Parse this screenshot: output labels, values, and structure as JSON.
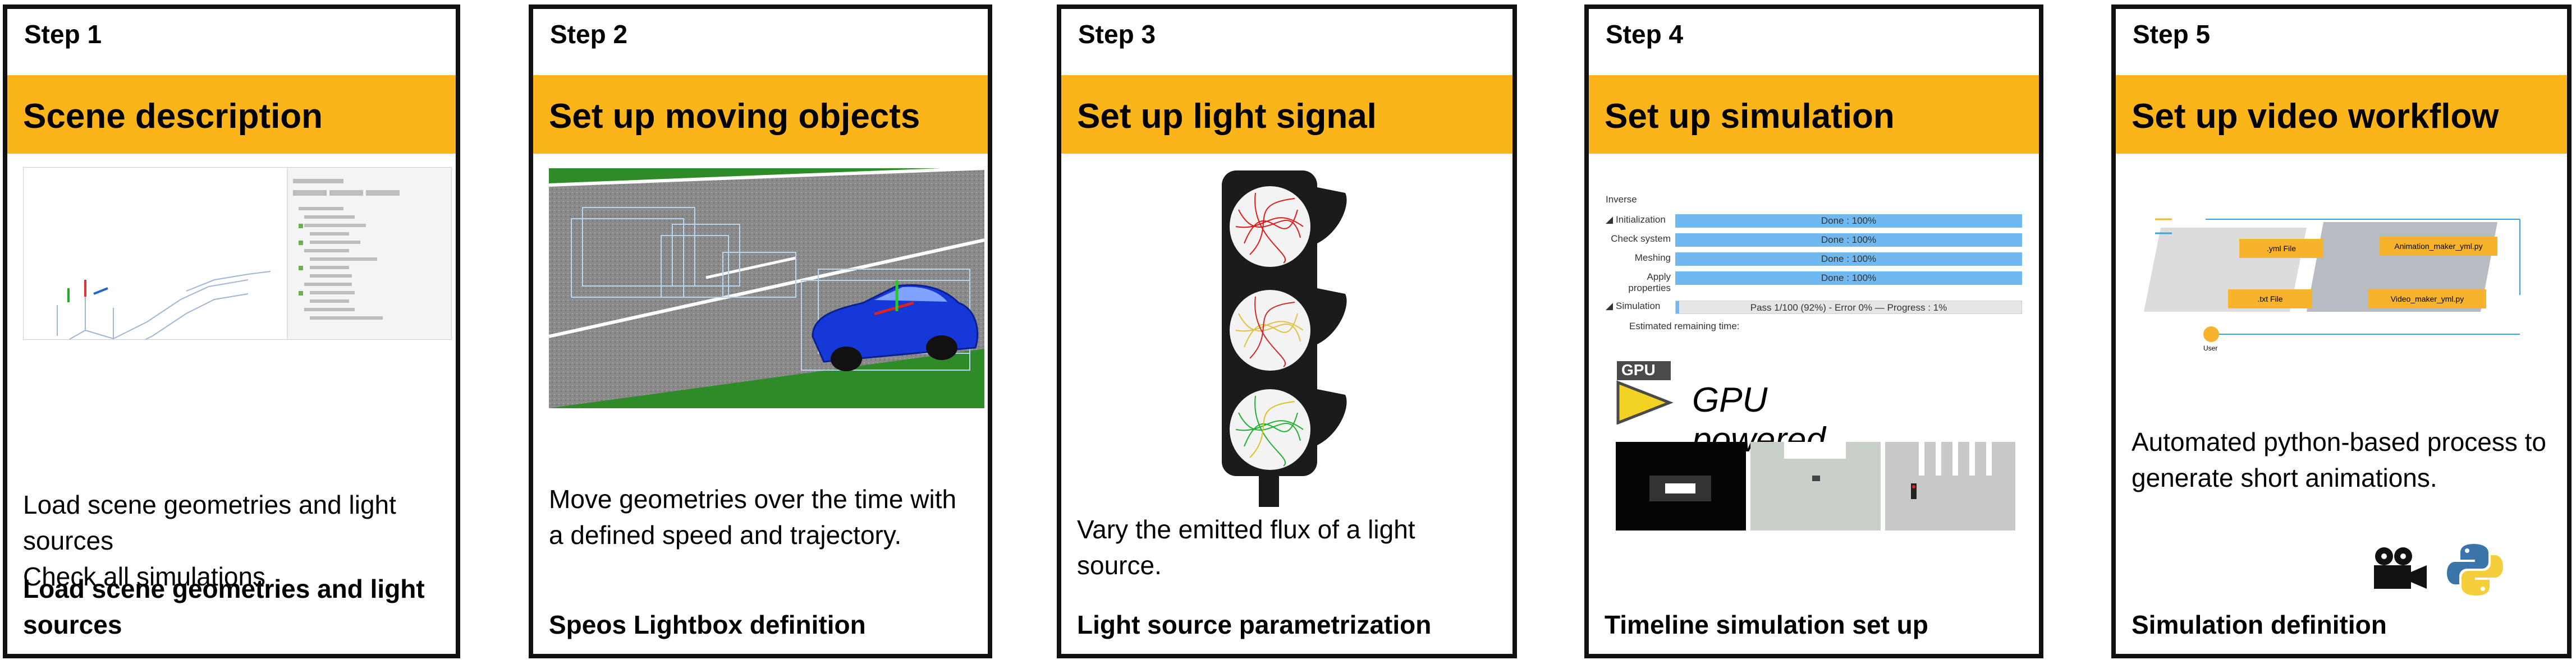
{
  "steps": [
    {
      "step": "Step 1",
      "title": "Scene description",
      "body": [
        "Load scene geometries and light sources",
        "Check all simulations"
      ],
      "footer": "Load scene geometries and light sources"
    },
    {
      "step": "Step 2",
      "title": "Set up moving objects",
      "body": [
        "Move geometries over the time with a defined speed and trajectory."
      ],
      "footer": "Speos Lightbox definition"
    },
    {
      "step": "Step 3",
      "title": "Set up light signal",
      "body": [
        "Vary the emitted flux of a light source."
      ],
      "footer": "Light source parametrization"
    },
    {
      "step": "Step 4",
      "title": "Set up simulation",
      "body": [],
      "footer": "Timeline simulation set up"
    },
    {
      "step": "Step 5",
      "title": "Set up video workflow",
      "body": [
        "Automated python-based process to generate short animations."
      ],
      "footer": "Simulation definition"
    }
  ],
  "simulation_panel": {
    "heading": "Inverse",
    "rows": [
      {
        "label": "Initialization",
        "status": "Done : 100%",
        "progress": 1.0
      },
      {
        "label": "Check system",
        "status": "Done : 100%",
        "progress": 1.0
      },
      {
        "label": "Meshing",
        "status": "Done : 100%",
        "progress": 1.0
      },
      {
        "label": "Apply properties",
        "status": "Done : 100%",
        "progress": 1.0
      },
      {
        "label": "Simulation",
        "status": "Pass 1/100 (92%) - Error 0% — Progress : 1%",
        "progress": 0.01
      }
    ],
    "remaining": "Estimated remaining time:",
    "gpu_badge": "GPU",
    "gpu_text": "GPU powered"
  },
  "workflow": {
    "yml_file": ".yml File",
    "txt_file": ".txt File",
    "anim_maker": "Animation_maker_yml.py",
    "video_maker": "Video_maker_yml.py",
    "user": "User"
  },
  "colors": {
    "banner": "#fbb41a",
    "card_border": "#111111",
    "progress_fill": "#70b8f0",
    "workflow_orange": "#f7b32b"
  }
}
